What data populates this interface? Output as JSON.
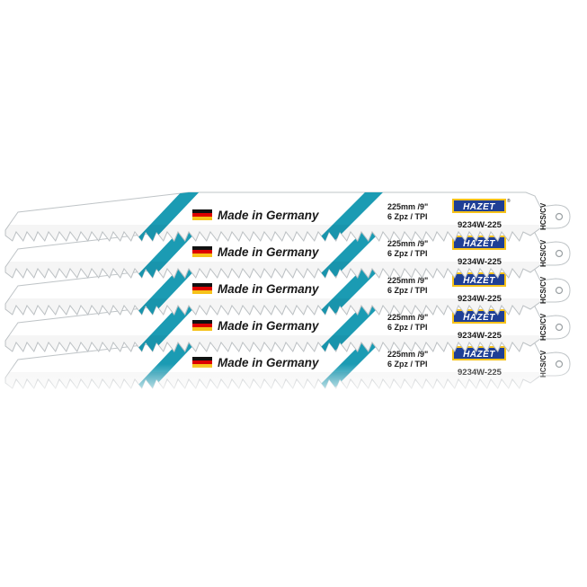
{
  "product": {
    "brand": "HAZET",
    "origin_label": "Made in Germany",
    "length_label": "225mm /9\"",
    "tpi_label": "6 Zpz / TPI",
    "part_number": "9234W-225",
    "material": "HCS/CV",
    "registered_mark": "®"
  },
  "blades_count": 5,
  "colors": {
    "stripe": "#1b9bb3",
    "blade": "#ffffff",
    "blade_outline": "#bfc4c7",
    "logo_blue": "#1f3f95",
    "logo_yellow": "#f6c21a"
  }
}
